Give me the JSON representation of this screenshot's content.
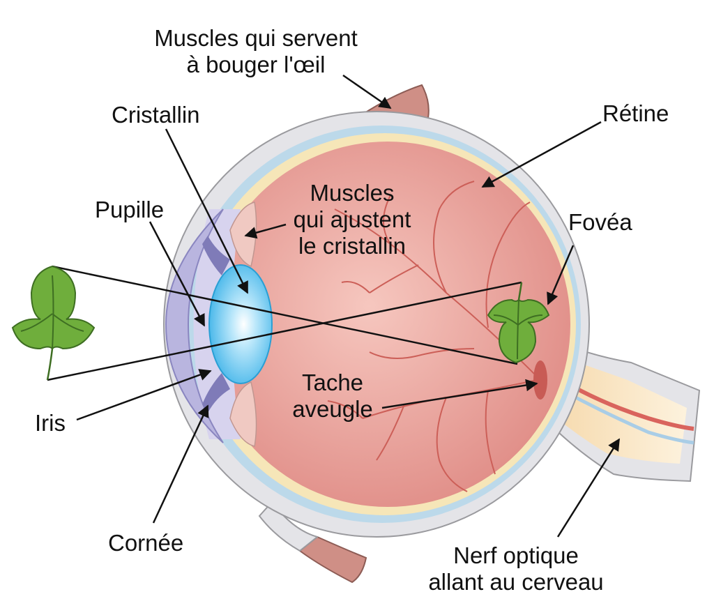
{
  "labels": {
    "eye_muscles_line1": "Muscles qui servent",
    "eye_muscles_line2": "à bouger l'œil",
    "lens": "Cristallin",
    "retina": "Rétine",
    "pupil": "Pupille",
    "ciliary_line1": "Muscles",
    "ciliary_line2": "qui ajustent",
    "ciliary_line3": "le cristallin",
    "fovea": "Fovéa",
    "blind_spot_line1": "Tache",
    "blind_spot_line2": "aveugle",
    "iris": "Iris",
    "cornea": "Cornée",
    "optic_nerve_line1": "Nerf optique",
    "optic_nerve_line2": "allant au cerveau"
  },
  "colors": {
    "sclera": "#e4e4e8",
    "eyeball": "#e9a39c",
    "retina_band": "#f6e6b8",
    "choroid_band": "#bcd9ea",
    "vessels": "#cc5f58",
    "lens": "#5ec3ee",
    "cornea": "#b9b5df",
    "muscle": "#cf8f86",
    "leaf": "#6fae3c",
    "leaf_dark": "#3e6e22"
  }
}
